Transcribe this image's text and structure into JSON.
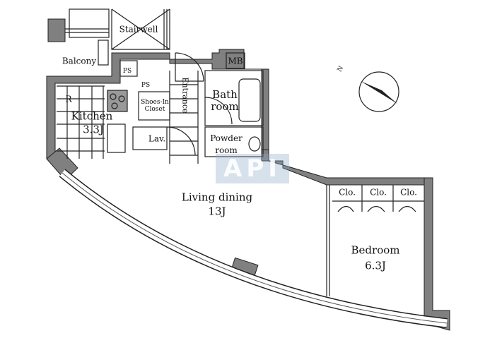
{
  "rooms": {
    "stairwell": "Stairwell",
    "balcony": "Balcony",
    "mb": "MB",
    "ps1": "PS",
    "ps2": "PS",
    "refrigerator": "R",
    "kitchen": "Kitchen",
    "kitchen_size": "3.3J",
    "shoes_in_closet": "Shoes-In Closet",
    "entrance": "Entrance",
    "bath": "Bath room",
    "powder": "Powder room",
    "lav": "Lav.",
    "living": "Living dining",
    "living_size": "13J",
    "bedroom": "Bedroom",
    "bedroom_size": "6.3J",
    "closets": [
      "Clo.",
      "Clo.",
      "Clo."
    ]
  },
  "compass": {
    "label": "N"
  },
  "watermark": "API",
  "colors": {
    "wall": "#808080",
    "line": "#222222"
  }
}
